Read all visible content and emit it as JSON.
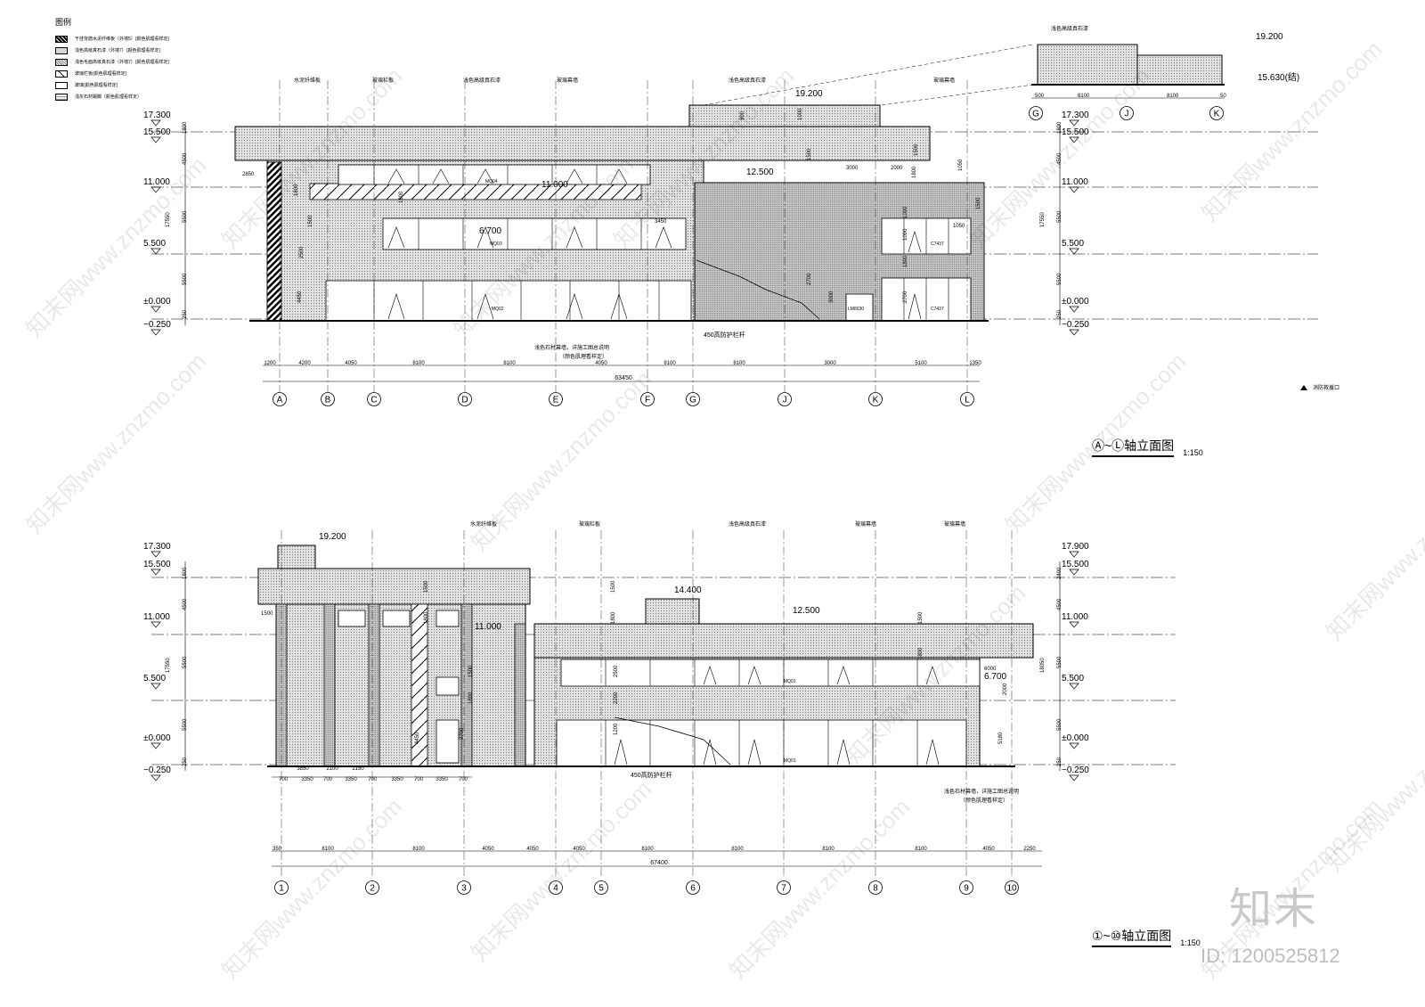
{
  "legend": {
    "title": "图例",
    "items": [
      {
        "label": "干挂背筋水泥纤维板（外墙5）(颜色肌理看样定)",
        "swatch": "dark-hatch"
      },
      {
        "label": "浅色高级真石漆（外墙7）(颜色肌理看样定)",
        "swatch": "light-grey"
      },
      {
        "label": "浅色毛面高级真石漆（外墙7）(颜色肌理看样定)",
        "swatch": "dotted-grey"
      },
      {
        "label": "玻璃栏板(颜色肌理看样定)",
        "swatch": "diagonal"
      },
      {
        "label": "玻璃(颜色肌理看样定)",
        "swatch": "white"
      },
      {
        "label": "浅灰石材踢脚（颜色肌理看样定）",
        "swatch": "lined-grey"
      }
    ]
  },
  "fire_note": "消防救援口",
  "elevation_a": {
    "title": "Ⓐ~Ⓛ轴立面图",
    "scale": "1:150",
    "levels": [
      "17.300",
      "15.500",
      "11.000",
      "5.500",
      "±0.000",
      "−0.250"
    ],
    "levels_right": [
      "17.300",
      "15.500",
      "11.000",
      "5.500",
      "±0.000",
      "−0.250"
    ],
    "top_levels": [
      "19.200",
      "19.200",
      "15.630(结)",
      "12.500",
      "11.000",
      "6.700"
    ],
    "callouts": [
      "水泥纤维板",
      "玻璃栏板",
      "浅色高级真石漆",
      "玻璃幕墙",
      "浅色高级真石漆",
      "玻璃幕墙",
      "浅色高级真石漆"
    ],
    "left_dims": [
      "1800",
      "4500",
      "5500",
      "5500",
      "250",
      "17550",
      "2850"
    ],
    "right_dims": [
      "1800",
      "4500",
      "5500",
      "5500",
      "250",
      "17550"
    ],
    "bays": [
      "1200",
      "4200",
      "4050",
      "8100",
      "8100",
      "4050",
      "8100",
      "8100",
      "3000",
      "5100",
      "1350"
    ],
    "total": "63450",
    "axes": [
      "A",
      "B",
      "C",
      "D",
      "E",
      "F",
      "G",
      "J",
      "K",
      "L"
    ],
    "inset_axes": [
      "G",
      "J",
      "K"
    ],
    "inset_bays": [
      "500",
      "8100",
      "8100",
      "50"
    ],
    "inner_dims": [
      "1500",
      "1800",
      "1800",
      "2500",
      "4450",
      "1050",
      "3450",
      "3000",
      "2000",
      "3000",
      "1050",
      "1500",
      "1000",
      "1000",
      "2700",
      "1800",
      "1500",
      "1800",
      "1500",
      "2700",
      "1000",
      "900"
    ],
    "tags": [
      "MQ04",
      "MQ03",
      "MQ02",
      "C7437",
      "C7437",
      "LM8030"
    ],
    "notes": [
      "浅色石材幕墙，详施工图总说明",
      "（颜色肌理看样定）",
      "450高防护栏杆"
    ]
  },
  "elevation_b": {
    "title": "①~⑩轴立面图",
    "scale": "1:150",
    "levels": [
      "17.300",
      "15.500",
      "11.000",
      "5.500",
      "±0.000",
      "−0.250"
    ],
    "levels_right": [
      "17.900",
      "15.500",
      "11.000",
      "5.500",
      "±0.000",
      "−0.250"
    ],
    "top_levels": [
      "19.200",
      "14.400",
      "12.500",
      "11.000",
      "6.700"
    ],
    "callouts": [
      "水泥纤维板",
      "玻璃栏板",
      "浅色高级真石漆",
      "玻璃幕墙",
      "玻璃幕墙"
    ],
    "left_dims": [
      "1800",
      "4500",
      "5500",
      "5500",
      "250",
      "17550",
      "1500"
    ],
    "right_dims": [
      "2400",
      "4500",
      "5500",
      "5500",
      "250",
      "18050"
    ],
    "bays": [
      "350",
      "8100",
      "8100",
      "4050",
      "4050",
      "4050",
      "8100",
      "8100",
      "8100",
      "8100",
      "4050",
      "2250"
    ],
    "total": "67400",
    "col_dims": [
      "3850",
      "2100",
      "2150",
      "700",
      "3350",
      "700",
      "3350",
      "700",
      "3350",
      "700",
      "3350",
      "700"
    ],
    "axes": [
      "1",
      "2",
      "3",
      "4",
      "5",
      "6",
      "7",
      "8",
      "9",
      "10"
    ],
    "inner_dims": [
      "1500",
      "1800",
      "1500",
      "1800",
      "1500",
      "1800",
      "2500",
      "1200",
      "2700",
      "1500",
      "1800",
      "6000",
      "2000",
      "5180",
      "2200",
      "4450"
    ],
    "tags": [
      "MQ01",
      "MQ01"
    ],
    "notes": [
      "浅色石材幕墙，详施工图总说明",
      "（颜色肌理看样定）",
      "450高防护栏杆"
    ]
  },
  "watermark": "知末网www.znzmo.com",
  "brand": "知末",
  "image_id": "ID: 1200525812",
  "colors": {
    "ink": "#000000",
    "hatch_fill": "#cfcfcf",
    "dot_fill": "#e4e4e4",
    "watermark": "#d0d0d0"
  }
}
